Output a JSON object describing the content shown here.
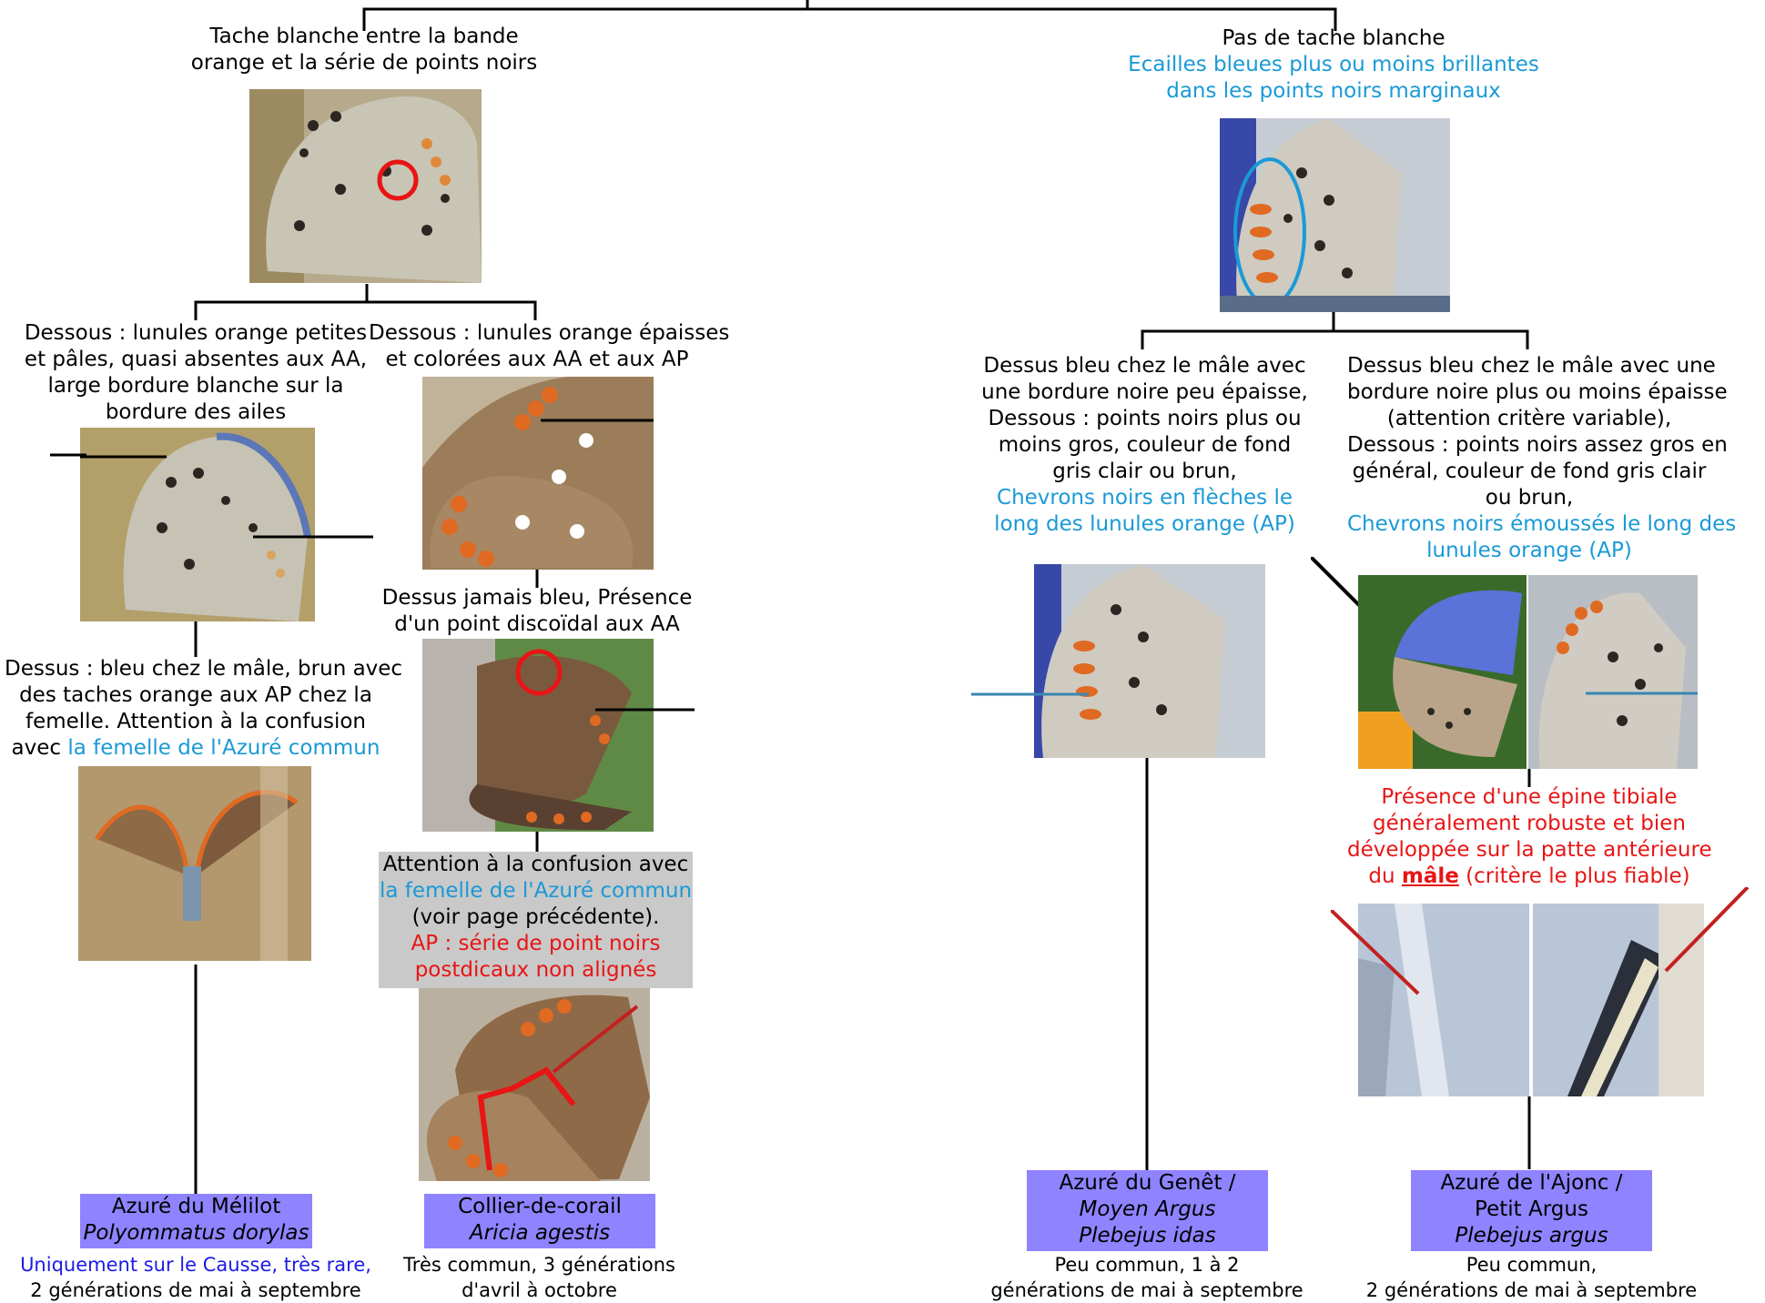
{
  "colors": {
    "blue_text": "#1a9ad6",
    "red_text": "#e81515",
    "name_box": "#8f83ff",
    "grey_box": "#c9c9c9"
  },
  "left_branch": {
    "title": [
      "Tache blanche entre la bande",
      "orange et la série de points noirs"
    ],
    "sub_a": {
      "text": [
        "Dessous : lunules orange petites",
        "et pâles, quasi absentes aux AA,",
        "large bordure blanche sur la",
        "bordure des ailes"
      ],
      "upperside": [
        "Dessus : bleu chez le mâle, brun avec",
        "des taches orange aux AP chez la",
        "femelle. Attention à la confusion"
      ],
      "upperside_last": "avec ",
      "upperside_link": "la femelle de l'Azuré commun",
      "name": "Azuré du Mélilot",
      "sci": "Polyommatus dorylas",
      "note_blue": "Uniquement sur le Causse, très rare,",
      "note": "2 générations de mai à septembre"
    },
    "sub_b": {
      "text": [
        "Dessous : lunules orange épaisses",
        "et colorées aux AA et aux AP"
      ],
      "upperside": [
        "Dessus jamais bleu, Présence",
        "d'un point discoïdal aux AA"
      ],
      "warn_line1": "Attention à la confusion avec",
      "warn_link": "la femelle de l'Azuré commun",
      "warn_line3": "(voir page précédente).",
      "warn_red": [
        "AP : série de point noirs",
        "postdicaux non alignés"
      ],
      "name": "Collier-de-corail",
      "sci": "Aricia agestis",
      "note": [
        "Très commun, 3 générations",
        "d'avril à octobre"
      ]
    }
  },
  "right_branch": {
    "title": "Pas de tache blanche",
    "title_blue": [
      "Ecailles bleues plus ou moins brillantes",
      "dans les points noirs marginaux"
    ],
    "sub_c": {
      "text": [
        "Dessus bleu chez le mâle avec",
        "une bordure noire peu épaisse,",
        "Dessous : points noirs plus ou",
        "moins gros, couleur de fond",
        "gris clair ou brun,"
      ],
      "text_blue": [
        "Chevrons noirs en flèches le",
        "long des lunules orange (AP)"
      ],
      "name": "Azuré du Genêt /",
      "name2": "Moyen Argus",
      "sci": "Plebejus idas",
      "note": [
        "Peu commun, 1 à 2",
        "générations de mai à septembre"
      ]
    },
    "sub_d": {
      "text": [
        "Dessus bleu chez le mâle avec une",
        "bordure noire plus ou moins épaisse",
        "(attention critère variable),",
        "Dessous : points noirs assez gros en",
        "général, couleur de fond gris clair",
        "ou brun,"
      ],
      "text_blue": [
        "Chevrons noirs émoussés le long des",
        "lunules orange (AP)"
      ],
      "red": [
        "Présence d'une épine tibiale",
        "généralement robuste et bien",
        "développée sur la patte antérieure"
      ],
      "red_last_pre": "du ",
      "red_male": "mâle",
      "red_last_post": " (critère le plus fiable)",
      "name": "Azuré de l'Ajonc /",
      "name2": "Petit Argus",
      "sci": "Plebejus argus",
      "note": [
        "Peu commun,",
        "2 générations de mai à septembre"
      ]
    }
  }
}
